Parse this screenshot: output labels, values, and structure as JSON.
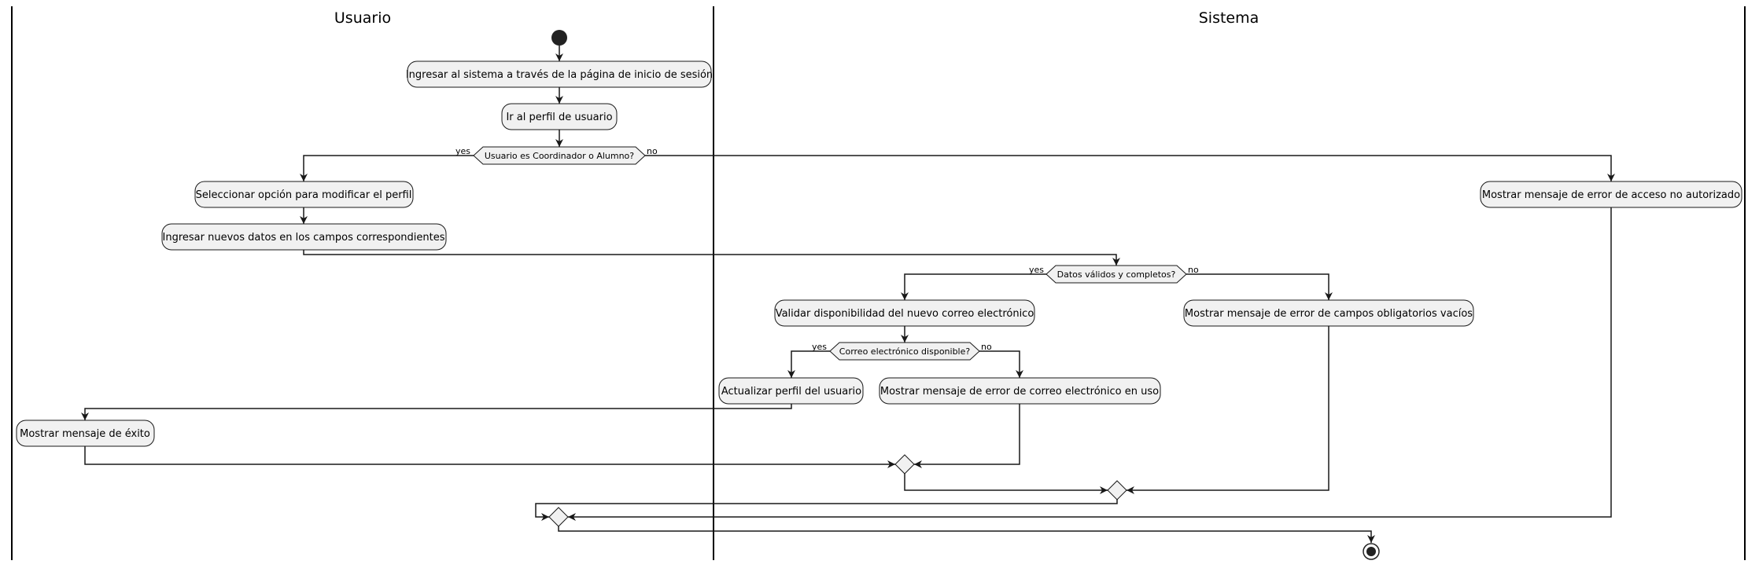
{
  "lanes": [
    "Usuario",
    "Sistema"
  ],
  "activities": {
    "login": "Ingresar al sistema a través de la página de inicio de sesión",
    "go_profile": "Ir al perfil de usuario",
    "select_modify": "Seleccionar opción para modificar el perfil",
    "enter_data": "Ingresar nuevos datos en los campos correspondientes",
    "err_unauthorized": "Mostrar mensaje de error de acceso no autorizado",
    "validate_email": "Validar disponibilidad del nuevo correo electrónico",
    "err_required": "Mostrar mensaje de error de campos obligatorios vacíos",
    "update_profile": "Actualizar perfil del usuario",
    "err_email": "Mostrar mensaje de error de correo electrónico en uso",
    "success": "Mostrar mensaje de éxito"
  },
  "decisions": {
    "is_user": "Usuario es Coordinador o Alumno?",
    "data_valid": "Datos válidos y completos?",
    "email_available": "Correo electrónico disponible?"
  },
  "branch_labels": {
    "yes": "yes",
    "no": "no"
  },
  "colors": {
    "activity_fill": "#f1f1f1",
    "stroke": "#181818",
    "node_fill": "#222222"
  }
}
